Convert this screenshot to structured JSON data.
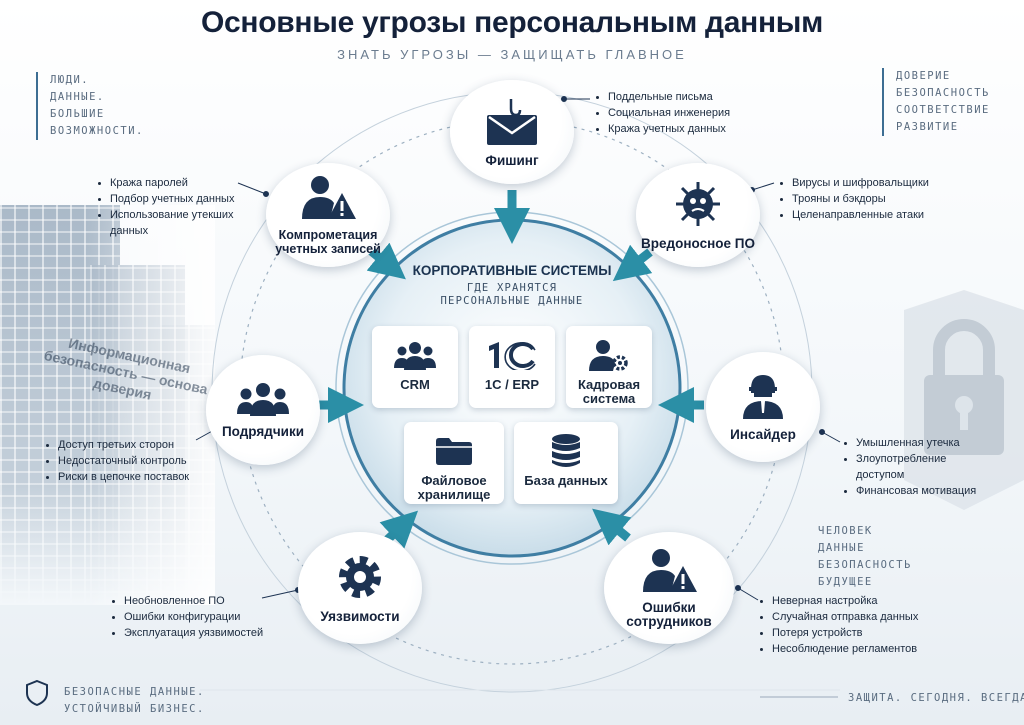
{
  "header": {
    "title": "Основные угрозы персональным данным",
    "subtitle": "ЗНАТЬ УГРОЗЫ — ЗАЩИЩАТЬ ГЛАВНОЕ"
  },
  "corners": {
    "top_left": [
      "ЛЮДИ.",
      "ДАННЫЕ.",
      "БОЛЬШИЕ",
      "ВОЗМОЖНОСТИ."
    ],
    "top_right": [
      "ДОВЕРИЕ",
      "БЕЗОПАСНОСТЬ",
      "СООТВЕТСТВИЕ",
      "РАЗВИТИЕ"
    ],
    "mid_right": [
      "ЧЕЛОВЕК",
      "ДАННЫЕ",
      "БЕЗОПАСНОСТЬ",
      "БУДУЩЕЕ"
    ],
    "building_text": "Информационная безопасность — основа доверия"
  },
  "center": {
    "title": "КОРПОРАТИВНЫЕ СИСТЕМЫ",
    "subtitle_lines": [
      "ГДЕ ХРАНЯТСЯ",
      "ПЕРСОНАЛЬНЫЕ ДАННЫЕ"
    ],
    "systems": [
      {
        "id": "crm",
        "label": "CRM",
        "icon": "people-group-icon"
      },
      {
        "id": "erp",
        "label": "1С / ERP",
        "icon": "1c-logo-icon"
      },
      {
        "id": "hr",
        "label_lines": [
          "Кадровая",
          "система"
        ],
        "icon": "user-gear-icon"
      },
      {
        "id": "files",
        "label_lines": [
          "Файловое",
          "хранилище"
        ],
        "icon": "folder-icon"
      },
      {
        "id": "db",
        "label": "База данных",
        "icon": "database-icon"
      }
    ]
  },
  "threats": {
    "phishing": {
      "label": "Фишинг",
      "icon": "envelope-hook-icon",
      "items": [
        "Поддельные письма",
        "Социальная инженерия",
        "Кража учетных данных"
      ]
    },
    "accounts": {
      "label_lines": [
        "Компрометация",
        "учетных записей"
      ],
      "icon": "user-warning-icon",
      "items": [
        "Кража паролей",
        "Подбор учетных данных",
        "Использование утекших данных"
      ]
    },
    "malware": {
      "label": "Вредоносное ПО",
      "icon": "virus-icon",
      "items": [
        "Вирусы и шифровальщики",
        "Трояны и бэкдоры",
        "Целенаправленные атаки"
      ]
    },
    "contractors": {
      "label": "Подрядчики",
      "icon": "people-group-icon",
      "items": [
        "Доступ третьих сторон",
        "Недостаточный контроль",
        "Риски в цепочке поставок"
      ]
    },
    "insider": {
      "label": "Инсайдер",
      "icon": "hooded-person-icon",
      "items": [
        "Умышленная утечка",
        "Злоупотребление доступом",
        "Финансовая мотивация"
      ]
    },
    "vulns": {
      "label": "Уязвимости",
      "icon": "gear-icon",
      "items": [
        "Необновленное ПО",
        "Ошибки конфигурации",
        "Эксплуатация уязвимостей"
      ]
    },
    "errors": {
      "label_lines": [
        "Ошибки",
        "сотрудников"
      ],
      "icon": "user-warning-icon",
      "items": [
        "Неверная настройка",
        "Случайная отправка данных",
        "Потеря устройств",
        "Несоблюдение регламентов"
      ]
    }
  },
  "footer": {
    "left": [
      "БЕЗОПАСНЫЕ ДАННЫЕ.",
      "УСТОЙЧИВЫЙ БИЗНЕС."
    ],
    "right": "ЗАЩИТА. СЕГОДНЯ. ВСЕГДА."
  },
  "colors": {
    "navy": "#1d3352",
    "teal_arrow": "#2b8fa6",
    "ring": "#3f7ea3",
    "center_fill": "#dcebf3"
  }
}
